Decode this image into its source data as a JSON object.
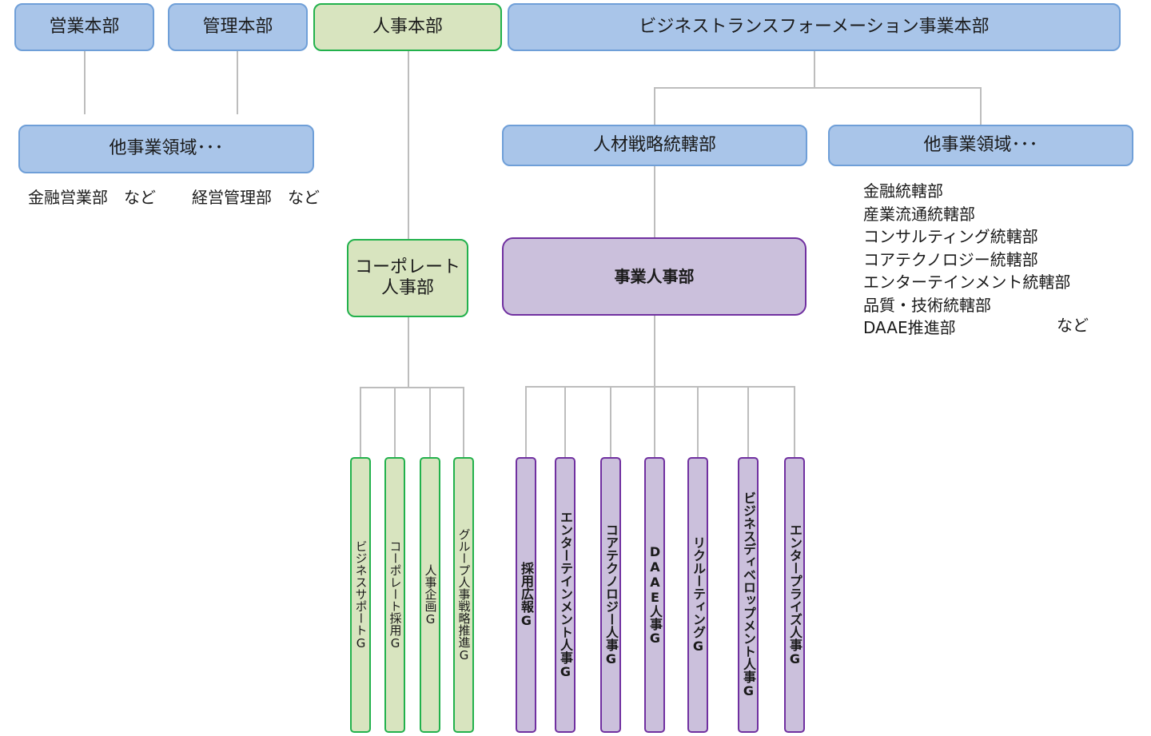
{
  "top_divisions": {
    "sales": "営業本部",
    "admin": "管理本部",
    "hr": "人事本部",
    "bx": "ビジネストランスフォーメーション事業本部"
  },
  "left_other": {
    "label": "他事業領域･･･",
    "note_sales": "金融営業部　など",
    "note_admin": "経営管理部　など"
  },
  "bx_children": {
    "talent": "人材戦略統轄部",
    "other": "他事業領域･･･",
    "other_list": [
      "金融統轄部",
      "産業流通統轄部",
      "コンサルティング統轄部",
      "コアテクノロジー統轄部",
      "エンターテインメント統轄部",
      "品質・技術統轄部",
      "DAAE推進部"
    ],
    "other_suffix": "など"
  },
  "corporate_hr": {
    "line1": "コーポレート",
    "line2": "人事部",
    "groups": [
      "ビジネスサポートG",
      "コーポレート採用G",
      "人事企画G",
      "グループ人事戦略推進G"
    ]
  },
  "business_hr": {
    "label": "事業人事部",
    "groups": [
      "採用広報G",
      "エンターテインメント人事G",
      "コアテクノロジー人事G",
      "DAAE人事G",
      "リクルーティングG",
      "ビジネスディベロップメント人事G",
      "エンタープライズ人事G"
    ]
  },
  "colors": {
    "blue_fill": "#a9c5e9",
    "blue_border": "#6f9fd8",
    "green_fill": "#d8e4bf",
    "green_border": "#22b14c",
    "purple_fill": "#cbc0dc",
    "purple_border": "#7030a0",
    "connector": "#bdbdbd"
  }
}
